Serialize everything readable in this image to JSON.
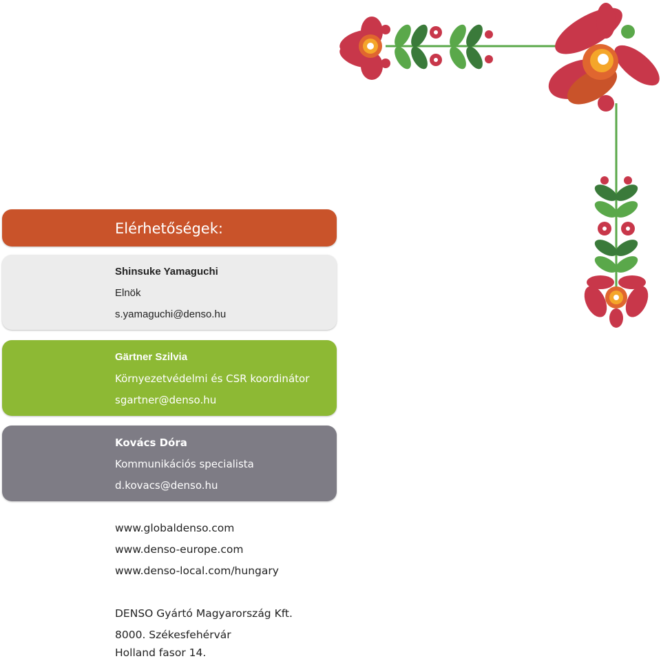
{
  "section_title": "Elérhetőségek:",
  "contacts": [
    {
      "name": "Shinsuke Yamaguchi",
      "role": "Elnök",
      "email": "s.yamaguchi@denso.hu"
    },
    {
      "name": "Gärtner Szilvia",
      "role": "Környezetvédelmi és CSR koordinátor",
      "email": "sgartner@denso.hu"
    },
    {
      "name": "Kovács Dóra",
      "role": "Kommunikációs specialista",
      "email": "d.kovacs@denso.hu"
    }
  ],
  "websites": [
    "www.globaldenso.com",
    "www.denso-europe.com",
    "www.denso-local.com/hungary"
  ],
  "address": {
    "company": "DENSO Gyártó Magyarország Kft.",
    "city": "8000. Székesfehérvár",
    "street": "Holland fasor 14."
  },
  "colors": {
    "header_band": "#c9532a",
    "contact_band_1": "#ececec",
    "contact_band_2": "#8db934",
    "contact_band_3": "#7e7c85",
    "ornament_red": "#c8374a",
    "ornament_orange": "#e0662f",
    "ornament_green": "#5aa84a"
  }
}
